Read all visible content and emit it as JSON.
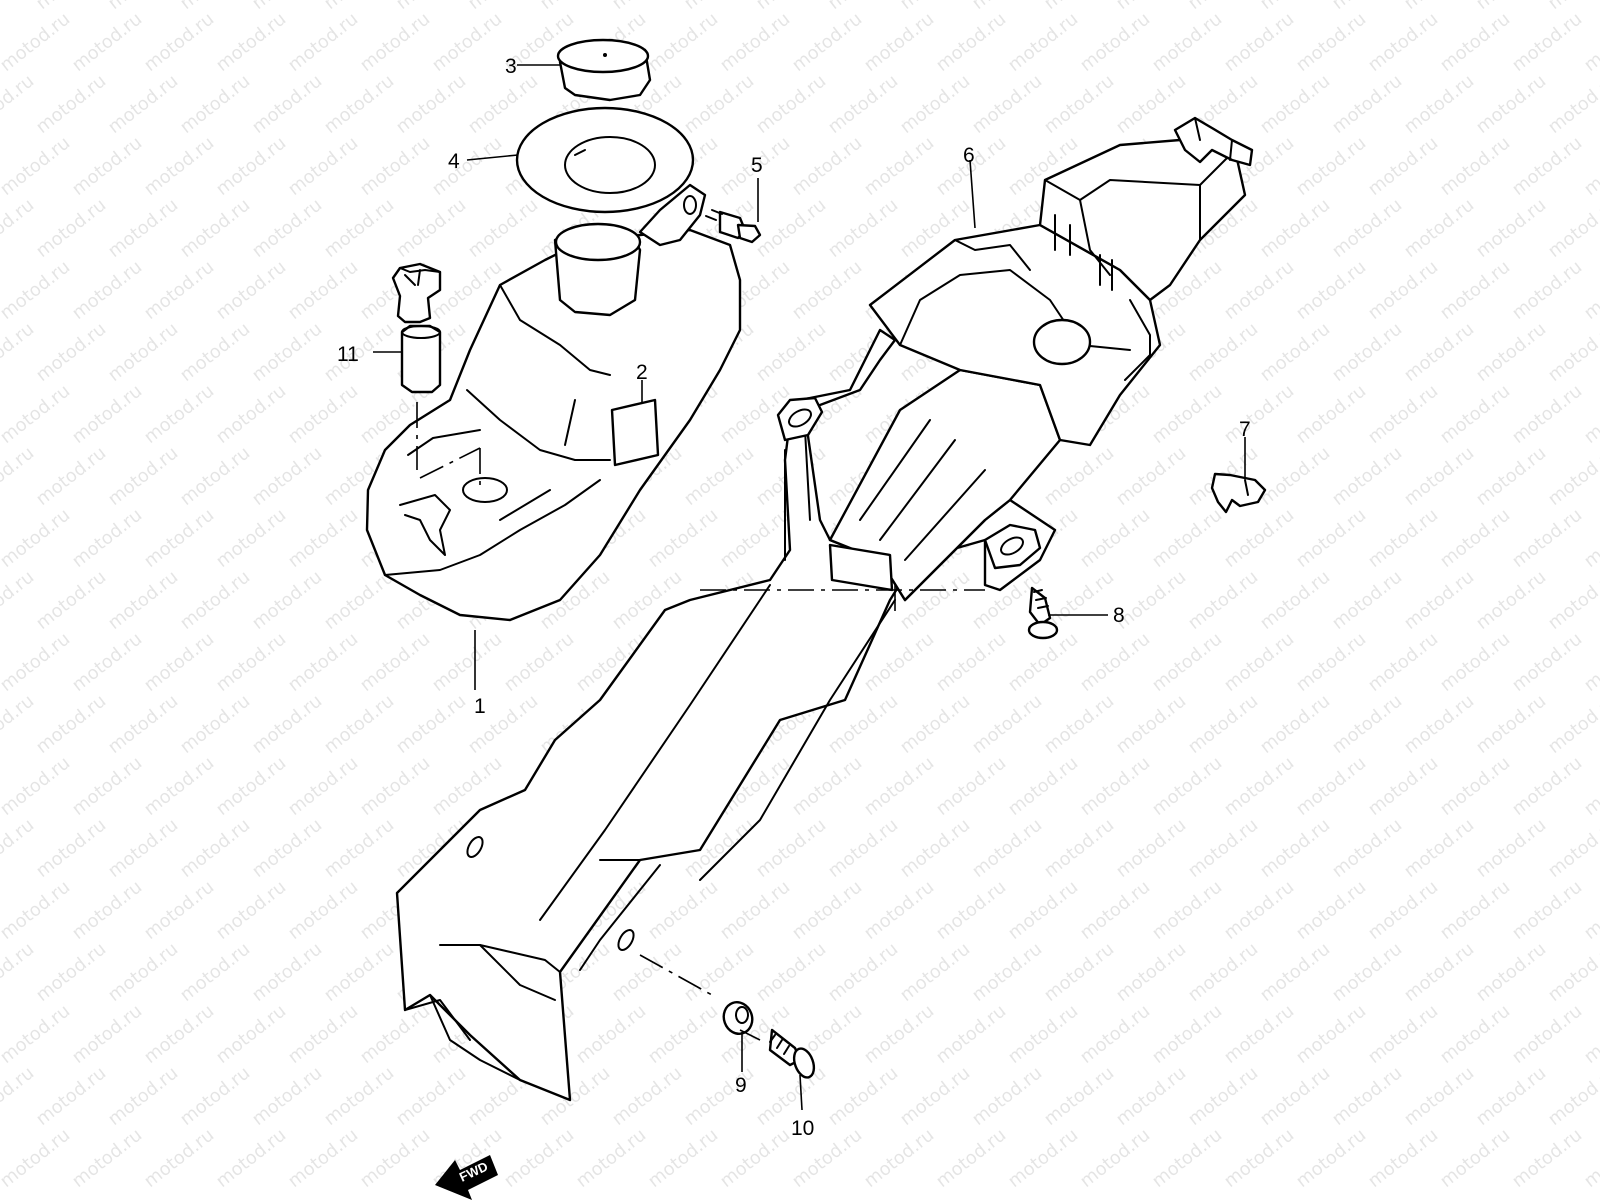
{
  "diagram": {
    "watermark": "motod.ru",
    "direction_label": "FWD",
    "callouts": [
      {
        "id": "c1",
        "text": "1"
      },
      {
        "id": "c2",
        "text": "2"
      },
      {
        "id": "c3",
        "text": "3"
      },
      {
        "id": "c4",
        "text": "4"
      },
      {
        "id": "c5",
        "text": "5"
      },
      {
        "id": "c6",
        "text": "6"
      },
      {
        "id": "c7",
        "text": "7"
      },
      {
        "id": "c8",
        "text": "8"
      },
      {
        "id": "c9",
        "text": "9"
      },
      {
        "id": "c10",
        "text": "10"
      },
      {
        "id": "c11",
        "text": "11"
      }
    ]
  }
}
